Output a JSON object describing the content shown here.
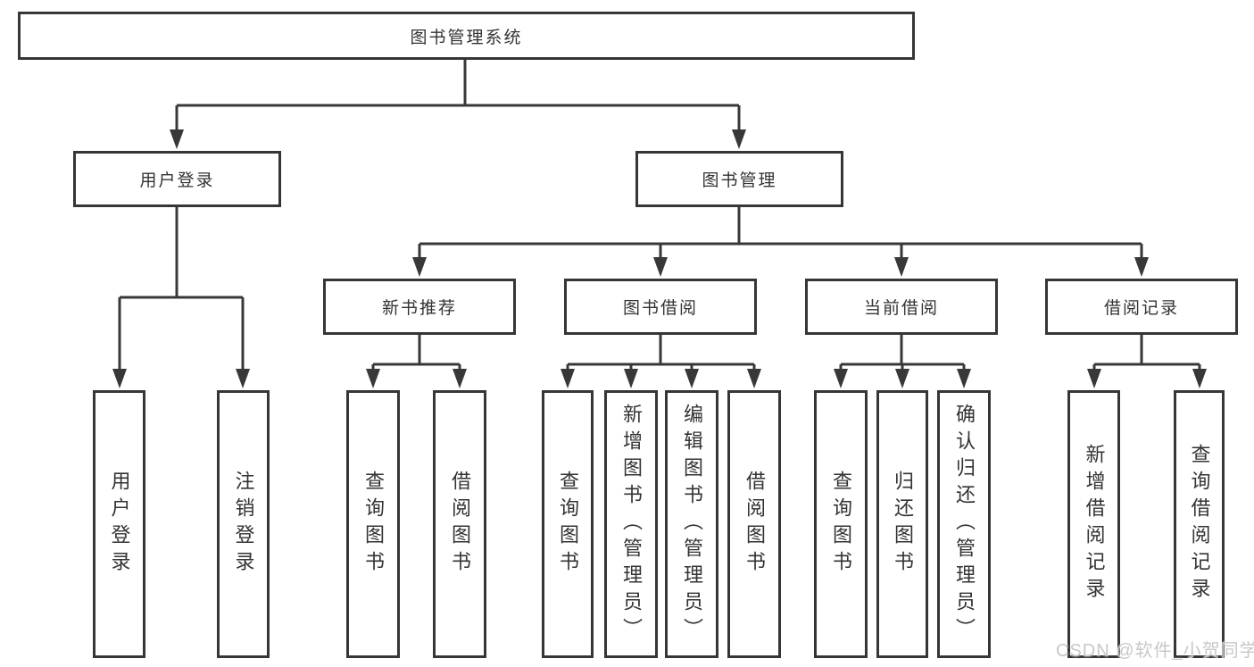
{
  "diagram": {
    "tree": {
      "label": "图书管理系统",
      "children": [
        {
          "label": "用户登录",
          "children": [
            {
              "label": "用户登录"
            },
            {
              "label": "注销登录"
            }
          ]
        },
        {
          "label": "图书管理",
          "children": [
            {
              "label": "新书推荐",
              "children": [
                {
                  "label": "查询图书"
                },
                {
                  "label": "借阅图书"
                }
              ]
            },
            {
              "label": "图书借阅",
              "children": [
                {
                  "label": "查询图书"
                },
                {
                  "label": "新增图书（管理员）"
                },
                {
                  "label": "编辑图书（管理员）"
                },
                {
                  "label": "借阅图书"
                }
              ]
            },
            {
              "label": "当前借阅",
              "children": [
                {
                  "label": "查询图书"
                },
                {
                  "label": "归还图书"
                },
                {
                  "label": "确认归还（管理员）"
                }
              ]
            },
            {
              "label": "借阅记录",
              "children": [
                {
                  "label": "新增借阅记录"
                },
                {
                  "label": "查询借阅记录"
                }
              ]
            }
          ]
        }
      ]
    },
    "colors": {
      "line": "#383838",
      "box_border": "#363636",
      "text": "#333333",
      "background": "#ffffff",
      "watermark": "#c8c8c8"
    }
  },
  "watermark": {
    "text": "CSDN @软件_小贺同学"
  }
}
